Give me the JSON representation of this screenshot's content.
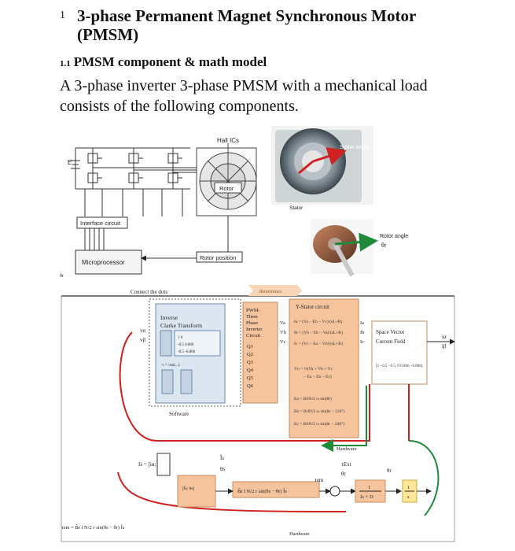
{
  "heading": {
    "number": "1",
    "title": "3-phase Permanent Magnet Synchronous Motor (PMSM)"
  },
  "subheading": {
    "number": "1.1",
    "title": "PMSM component & math model"
  },
  "paragraph": "A 3-phase inverter 3-phase PMSM with a mechanical load consists of the following components.",
  "figure_top": {
    "hall_ics": "Hall ICs",
    "rotor": "Rotor",
    "e_label": "E",
    "interface": "Interface circuit",
    "microprocessor": "Microprocessor",
    "rotor_position": "Rotor position",
    "stator_angle": "Stator angle",
    "stator": "Stator",
    "rotor_angle": "Rotor angle",
    "theta_r": "θr"
  },
  "figure_bottom": {
    "connect": "Connect the dots",
    "determines": "determines",
    "inverse_line1": "Inverse",
    "inverse_line2": "Clarke Transform",
    "software": "Software",
    "pwm_lines": [
      "PWM-",
      "Three",
      "Phase",
      "Inverter",
      "Circuit"
    ],
    "q_labels": [
      "Q1",
      "Q2",
      "Q3",
      "Q4",
      "Q5",
      "Q6"
    ],
    "stator_circuit": "Y-Stator circuit",
    "space_vector_1": "Space Vector",
    "space_vector_2": "Current Field",
    "hardware_1": "Hardware",
    "hardware_2": "Hardware",
    "left_formula": "τem = B̂r l N/2 r sin(θs − θr) Îs",
    "torque_formula": "B̂r l N/2 r sin(θs − θr) Îs",
    "tf_num": "1",
    "tf_den": "Js + D",
    "int_num": "1",
    "int_den": "s",
    "tau_em": "τem",
    "tau_ext": "τExt",
    "theta_r": "θr",
    "i_alpha": "iα",
    "i_beta": "iβ",
    "v_alpha": "vα",
    "v_beta": "vβ",
    "va": "Va",
    "vb": "Vb",
    "vc": "Vc",
    "ia": "Ia",
    "ib": "Ib",
    "ic": "Ic",
    "is_hat": "Îs",
    "theta_s": "θs",
    "theta_small": "θr"
  },
  "colors": {
    "orange_block": "#f5c49c",
    "orange_dark": "#e8a06a",
    "green_wire": "#1f8a3a",
    "red_wire": "#d02020",
    "blue_block": "#dce6f1",
    "yellow_block": "#ffe79a"
  }
}
